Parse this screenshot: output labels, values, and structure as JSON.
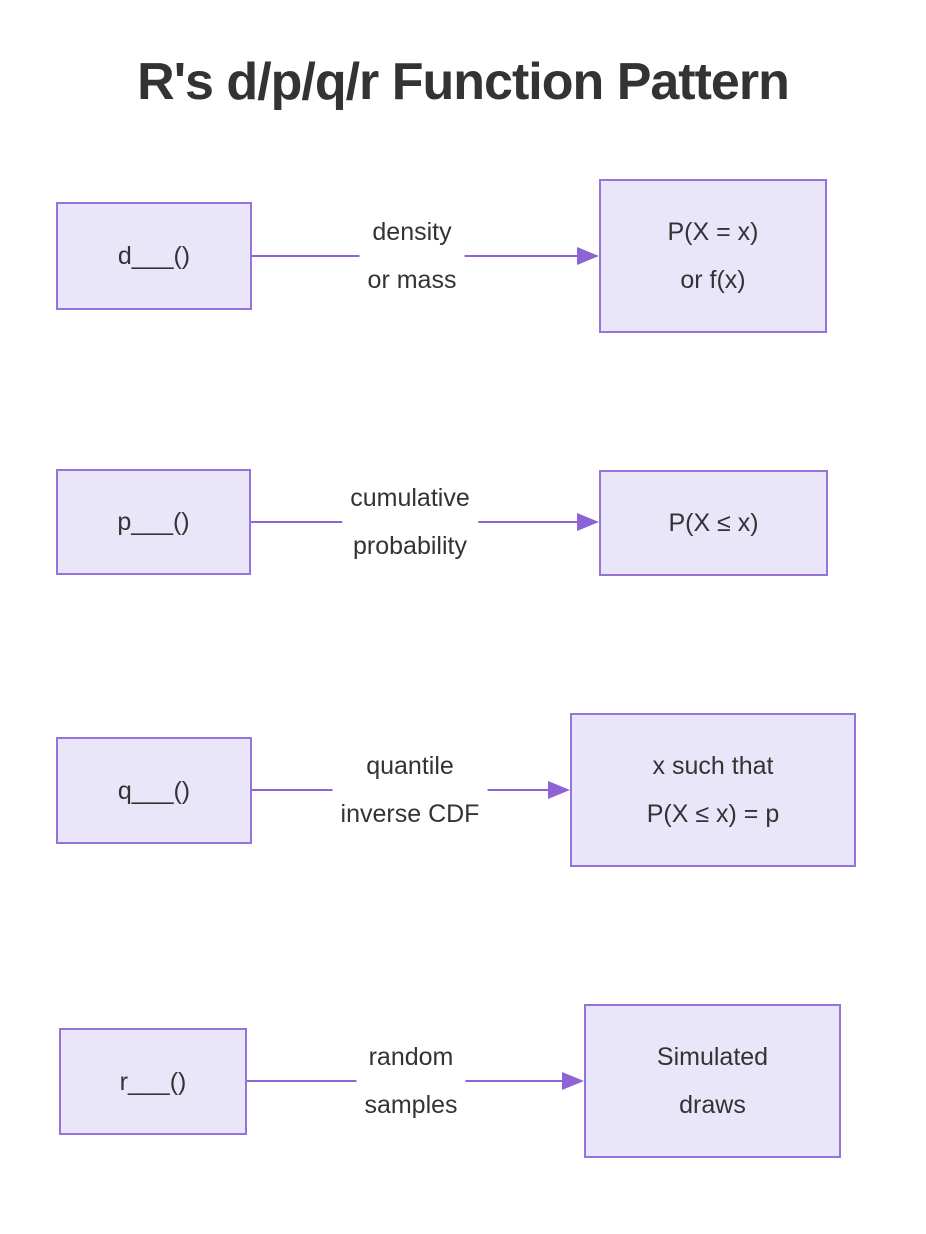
{
  "title": "R's d/p/q/r Function Pattern",
  "colors": {
    "node_fill": "#E9E6FA",
    "node_border": "#9673DB",
    "edge": "#8E63D6",
    "text": "#333333",
    "background": "#FFFFFF"
  },
  "chart_data": {
    "type": "table",
    "title": "R's d/p/q/r Function Pattern",
    "categories": [
      "d___()",
      "p___()",
      "q___()",
      "r___()"
    ],
    "series": [
      {
        "name": "edge_label",
        "values": [
          "density or mass",
          "cumulative probability",
          "quantile inverse CDF",
          "random samples"
        ]
      },
      {
        "name": "result",
        "values": [
          "P(X = x) or f(x)",
          "P(X ≤ x)",
          "x such that P(X ≤ x) = p",
          "Simulated draws"
        ]
      }
    ]
  },
  "rows": [
    {
      "source": {
        "label": "d___()"
      },
      "edge": {
        "line1": "density",
        "line2": "or mass"
      },
      "target": {
        "line1": "P(X = x)",
        "line2": "or f(x)"
      }
    },
    {
      "source": {
        "label": "p___()"
      },
      "edge": {
        "line1": "cumulative",
        "line2": "probability"
      },
      "target": {
        "line1": "P(X ≤ x)"
      }
    },
    {
      "source": {
        "label": "q___()"
      },
      "edge": {
        "line1": "quantile",
        "line2": "inverse CDF"
      },
      "target": {
        "line1": "x such that",
        "line2": "P(X ≤ x) = p"
      }
    },
    {
      "source": {
        "label": "r___()"
      },
      "edge": {
        "line1": "random",
        "line2": "samples"
      },
      "target": {
        "line1": "Simulated",
        "line2": "draws"
      }
    }
  ]
}
